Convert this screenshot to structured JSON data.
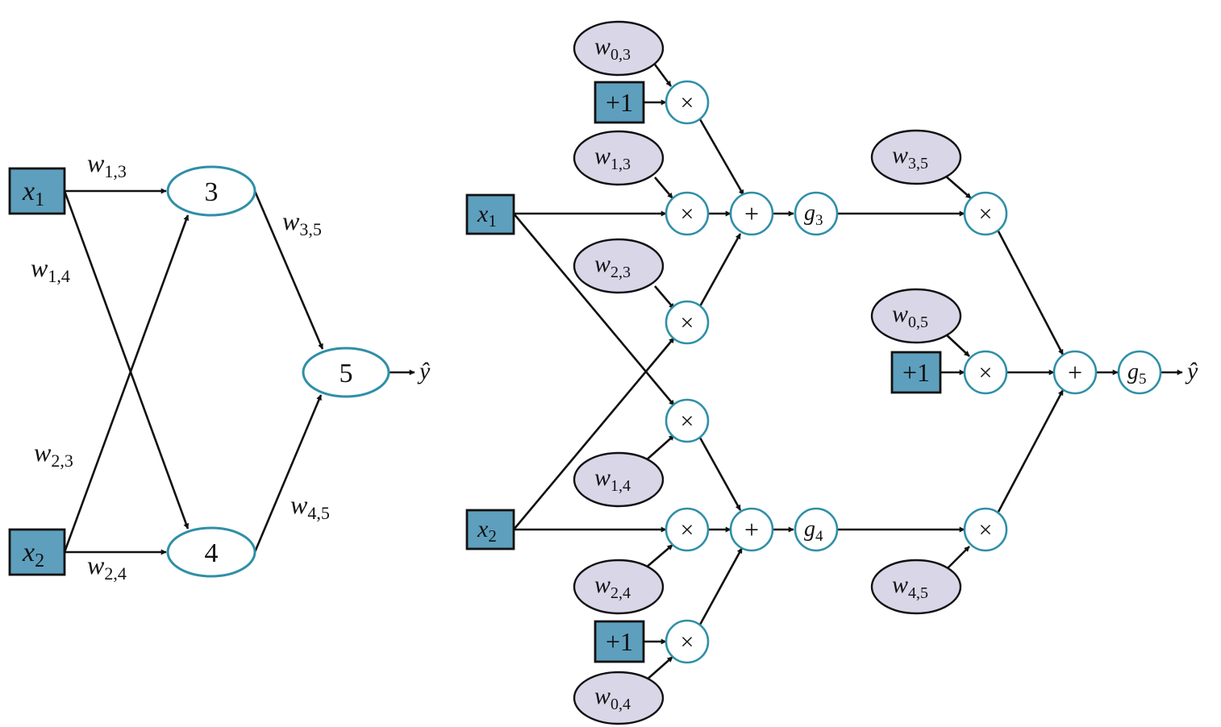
{
  "left_network": {
    "inputs": [
      {
        "id": "x1",
        "base": "x",
        "sub": "1"
      },
      {
        "id": "x2",
        "base": "x",
        "sub": "2"
      }
    ],
    "units": [
      {
        "id": "u3",
        "label": "3"
      },
      {
        "id": "u4",
        "label": "4"
      },
      {
        "id": "u5",
        "label": "5"
      }
    ],
    "output": "ŷ",
    "edge_labels": [
      {
        "id": "w13",
        "base": "w",
        "sub": "1,3"
      },
      {
        "id": "w14",
        "base": "w",
        "sub": "1,4"
      },
      {
        "id": "w23",
        "base": "w",
        "sub": "2,3"
      },
      {
        "id": "w24",
        "base": "w",
        "sub": "2,4"
      },
      {
        "id": "w35",
        "base": "w",
        "sub": "3,5"
      },
      {
        "id": "w45",
        "base": "w",
        "sub": "4,5"
      }
    ]
  },
  "computation_graph": {
    "inputs": [
      {
        "id": "x1",
        "base": "x",
        "sub": "1"
      },
      {
        "id": "x2",
        "base": "x",
        "sub": "2"
      }
    ],
    "bias_label": "+1",
    "multiply_symbol": "×",
    "add_symbol": "+",
    "weights": [
      {
        "id": "w03",
        "base": "w",
        "sub": "0,3"
      },
      {
        "id": "w13",
        "base": "w",
        "sub": "1,3"
      },
      {
        "id": "w23",
        "base": "w",
        "sub": "2,3"
      },
      {
        "id": "w14",
        "base": "w",
        "sub": "1,4"
      },
      {
        "id": "w24",
        "base": "w",
        "sub": "2,4"
      },
      {
        "id": "w04",
        "base": "w",
        "sub": "0,4"
      },
      {
        "id": "w35",
        "base": "w",
        "sub": "3,5"
      },
      {
        "id": "w05",
        "base": "w",
        "sub": "0,5"
      },
      {
        "id": "w45",
        "base": "w",
        "sub": "4,5"
      }
    ],
    "activations": [
      {
        "id": "g3",
        "base": "g",
        "sub": "3"
      },
      {
        "id": "g4",
        "base": "g",
        "sub": "4"
      },
      {
        "id": "g5",
        "base": "g",
        "sub": "5"
      }
    ],
    "output": "ŷ"
  },
  "colors": {
    "input_box": "#5e9fbe",
    "unit_stroke": "#2f8fa8",
    "weight_fill": "#d9d6e8",
    "edge": "#111111"
  }
}
